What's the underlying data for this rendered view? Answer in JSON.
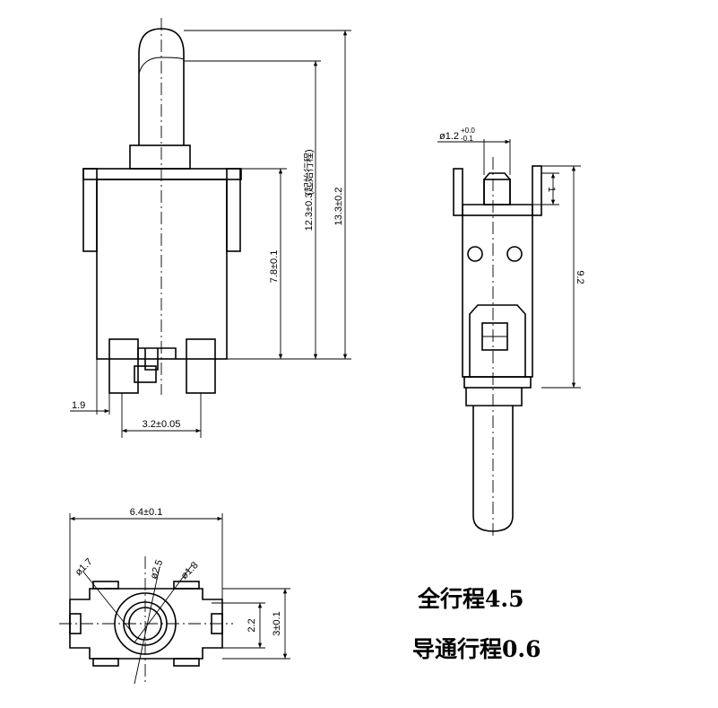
{
  "dimensions": {
    "height_overall": "13.3±0.2",
    "height_body_top": "12.3±0.3",
    "travel_note": "(起始行程)",
    "height_body": "7.8±0.1",
    "terminal_offset": "1.9",
    "terminal_pitch": "3.2±0.05",
    "plunger_dia": "ø1.2",
    "plunger_tol_upper": "+0.0",
    "plunger_tol_lower": "-0.1",
    "tab_height": "1",
    "side_height": "9.2",
    "width_bottom": "6.4±0.1",
    "dia_a": "ø1.7",
    "dia_b": "ø2.5",
    "dia_c": "ø1.8",
    "height_center": "2.2",
    "depth_bottom": "3±0.1"
  },
  "notes": {
    "full_travel": "全行程4.5",
    "conduction_travel": "导通行程0.6"
  }
}
